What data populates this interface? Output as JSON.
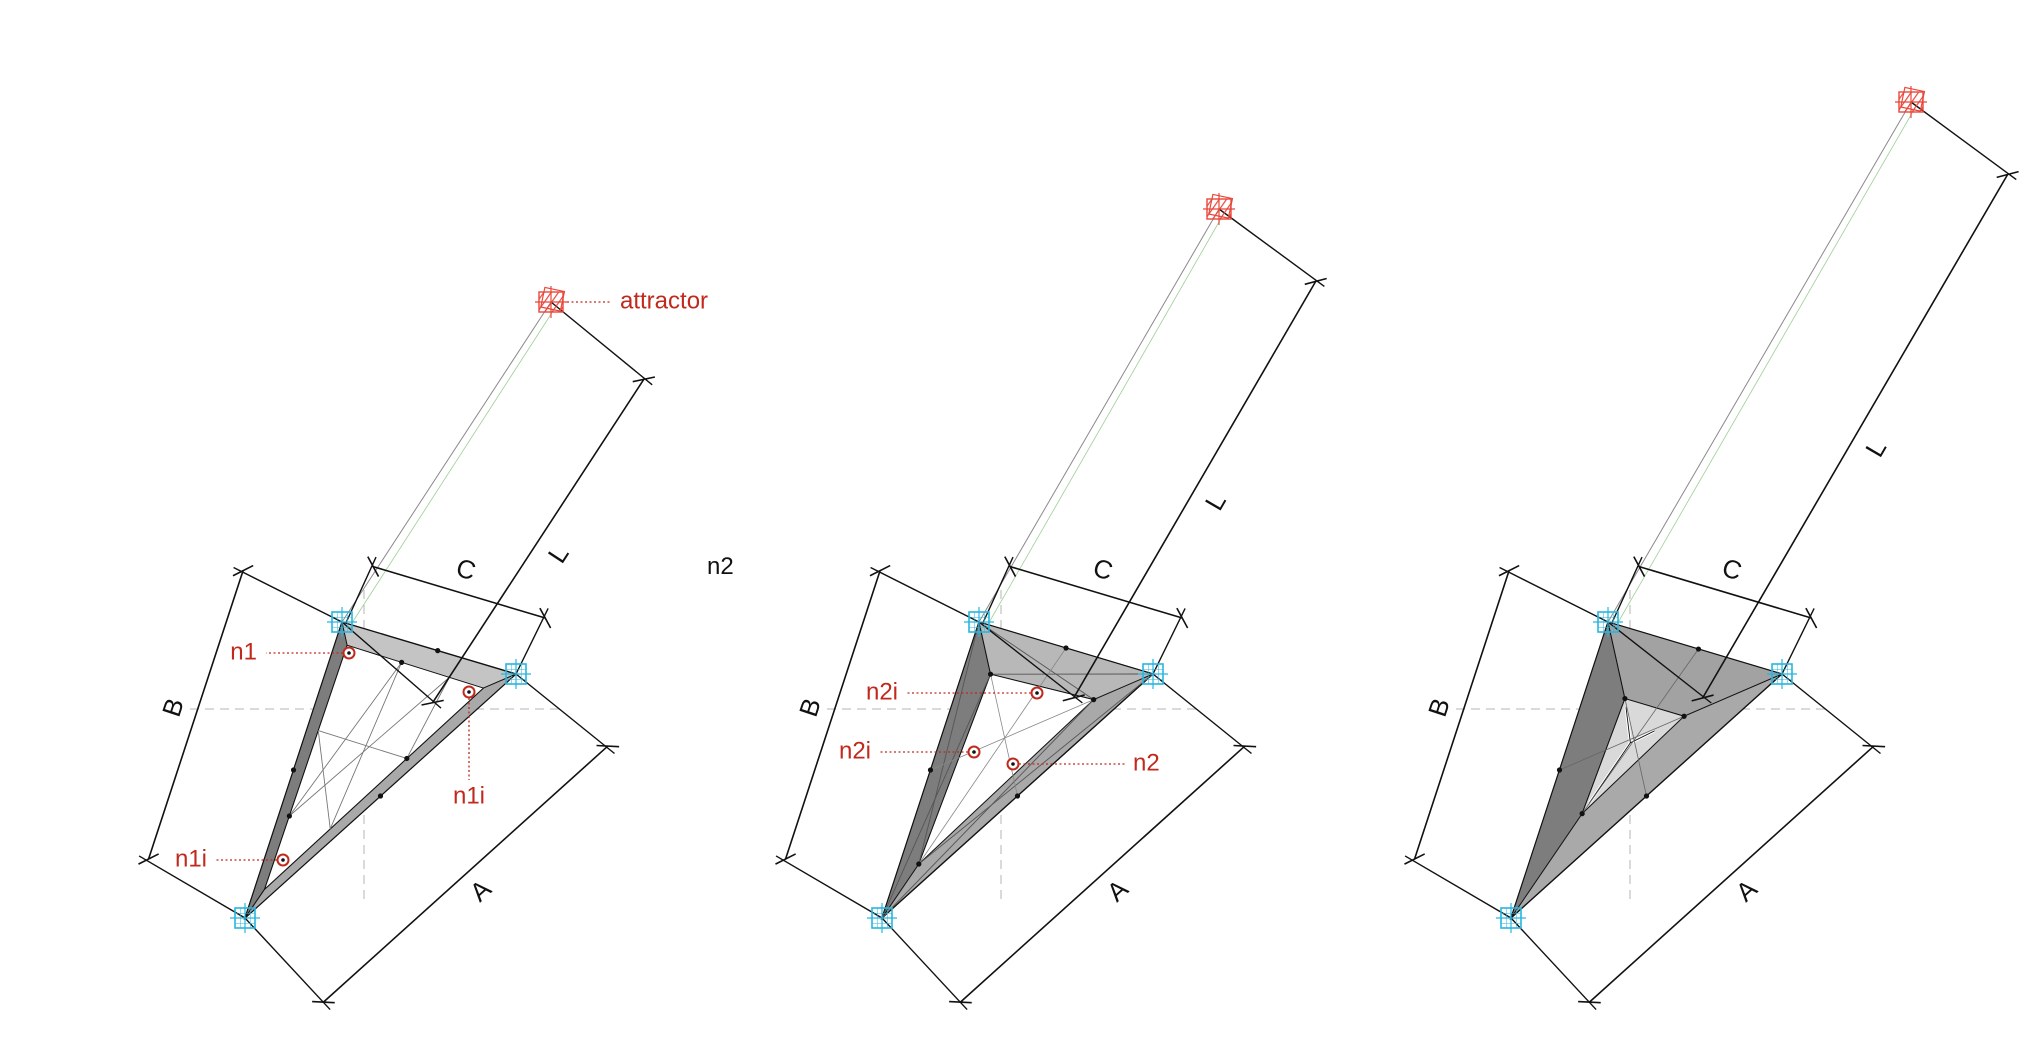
{
  "colors": {
    "ink": "#111111",
    "annotation_red": "#c0291d",
    "attractor_red": "#e8473b",
    "support_cyan": "#27b6e0",
    "panel_dark": "#7d7d7d",
    "panel_mid": "#a9a9a9",
    "panel_light": "#c4c4c4",
    "guide_gray": "#b5b5b5"
  },
  "icons": {
    "support": "cyan-grid-square-icon",
    "attractor": "red-hatched-square-icon",
    "node": "red-ringed-circle-icon"
  },
  "stray_label": "n2",
  "panels": [
    {
      "id": "panel-1",
      "dimensions": {
        "a": "A",
        "b": "B",
        "c": "C",
        "l": "L"
      },
      "attractor_label": "attractor",
      "nodes": [
        "n1",
        "n1i",
        "n1i"
      ]
    },
    {
      "id": "panel-2",
      "dimensions": {
        "a": "A",
        "b": "B",
        "c": "C",
        "l": "L"
      },
      "nodes": [
        "n2i",
        "n2i",
        "n2"
      ]
    },
    {
      "id": "panel-3",
      "dimensions": {
        "a": "A",
        "b": "B",
        "c": "C",
        "l": "L"
      },
      "nodes": []
    }
  ]
}
